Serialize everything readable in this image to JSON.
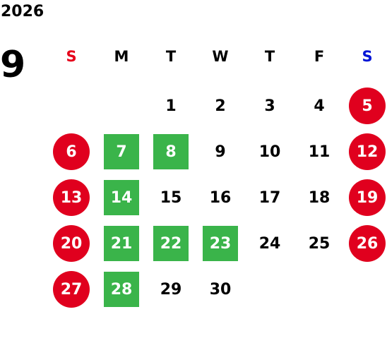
{
  "year": "2026",
  "month": "9",
  "colors": {
    "sunday_header": "#e6001a",
    "saturday_header": "#0015d6",
    "holiday_circle": "#e0001e",
    "highlight_square": "#3ab44a"
  },
  "weekdays": [
    "S",
    "M",
    "T",
    "W",
    "T",
    "F",
    "S"
  ],
  "weeks": [
    [
      "",
      "",
      "1",
      "2",
      "3",
      "4",
      "5"
    ],
    [
      "6",
      "7",
      "8",
      "9",
      "10",
      "11",
      "12"
    ],
    [
      "13",
      "14",
      "15",
      "16",
      "17",
      "18",
      "19"
    ],
    [
      "20",
      "21",
      "22",
      "23",
      "24",
      "25",
      "26"
    ],
    [
      "27",
      "28",
      "29",
      "30",
      "",
      "",
      ""
    ]
  ],
  "cell_styles": [
    [
      "",
      "",
      "",
      "",
      "",
      "",
      "red"
    ],
    [
      "red",
      "green",
      "green",
      "",
      "",
      "",
      "red"
    ],
    [
      "red",
      "green",
      "",
      "",
      "",
      "",
      "red"
    ],
    [
      "red",
      "green",
      "green",
      "green",
      "",
      "",
      "red"
    ],
    [
      "red",
      "green",
      "",
      "",
      "",
      "",
      ""
    ]
  ]
}
